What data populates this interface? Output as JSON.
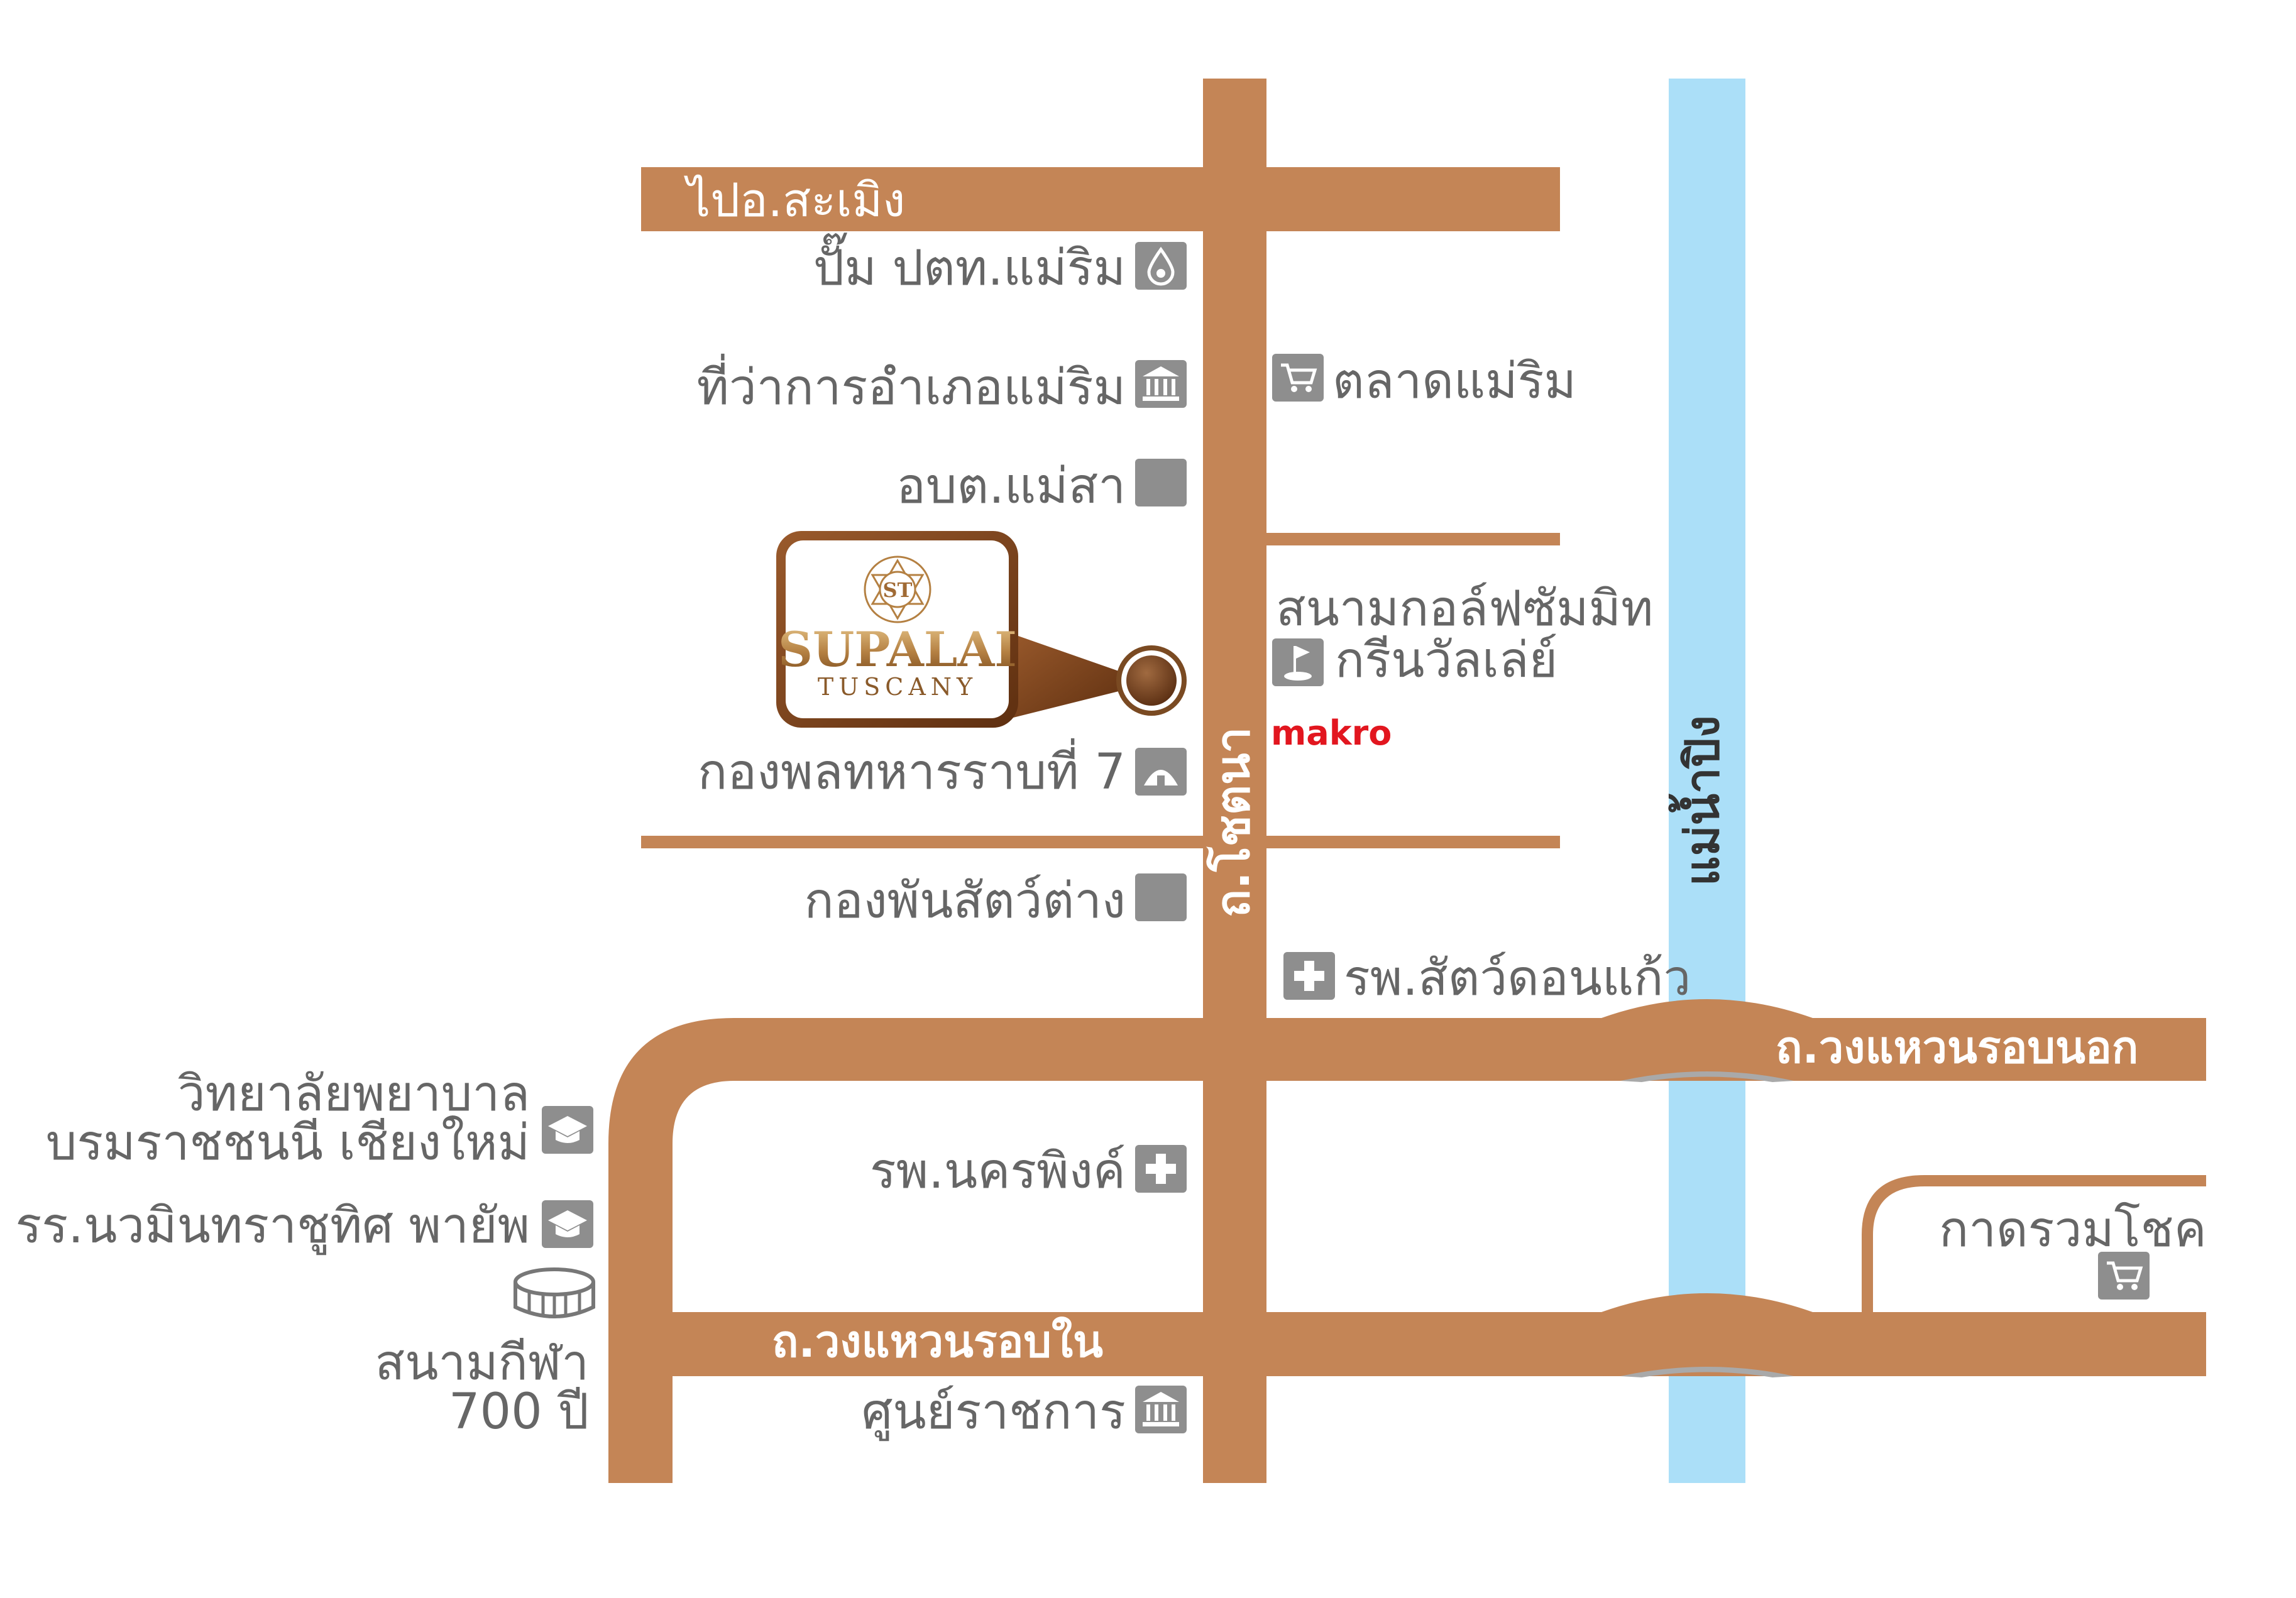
{
  "colors": {
    "road": "#c48556",
    "river": "#abdff8",
    "icon": "#8e8e8e",
    "text": "#666666",
    "brand": "#e2161f"
  },
  "roads": {
    "to_samoeng": "ไปอ.สะเมิง",
    "chotana": "ถ.โชตนา",
    "outer_ring": "ถ.วงแหวนรอบนอก",
    "inner_ring": "ถ.วงแหวนรอบใน"
  },
  "river": {
    "name": "แม่น้ำปิง"
  },
  "project": {
    "logo_initials": "ST",
    "name_line1": "SUPALAI",
    "name_line2": "TUSCANY"
  },
  "brand_makro": "makro",
  "places": {
    "ptt_station": {
      "label": "ปั๊ม ปตท.แม่ริม",
      "icon": "fuel-drop-icon"
    },
    "district_office": {
      "label": "ที่ว่าการอำเภอแม่ริม",
      "icon": "government-building-icon"
    },
    "sao_maesa": {
      "label": "อบต.แม่สา",
      "icon": "square-icon"
    },
    "army_camp": {
      "label": "กองพลทหารราบที่ 7",
      "icon": "army-camp-icon"
    },
    "animal_unit": {
      "label": "กองพันสัตว์ต่าง",
      "icon": "square-icon"
    },
    "mae_rim_market": {
      "label": "ตลาดแม่ริม",
      "icon": "shopping-cart-icon"
    },
    "golf_line1": "สนามกอล์ฟซัมมิท",
    "golf_line2": "กรีนวัลเล่ย์",
    "vet_hospital": {
      "label": "รพ.สัตว์ดอนแก้ว",
      "icon": "hospital-cross-icon"
    },
    "nursing_college_line1": "วิทยาลัยพยาบาล",
    "nursing_college_line2": "บรมราชชนนี เชียงใหม่",
    "prince_royal_school": "รร.นวมินทราชูทิศ พายัพ",
    "stadium_line1": "สนามกีฬา",
    "stadium_line2": "700 ปี",
    "nakornping_hospital": {
      "label": "รพ.นครพิงค์",
      "icon": "hospital-cross-icon"
    },
    "government_center": {
      "label": "ศูนย์ราชการ",
      "icon": "government-building-icon"
    },
    "kad_ruam_chok": {
      "label": "กาดรวมโชค",
      "icon": "shopping-cart-icon"
    }
  }
}
